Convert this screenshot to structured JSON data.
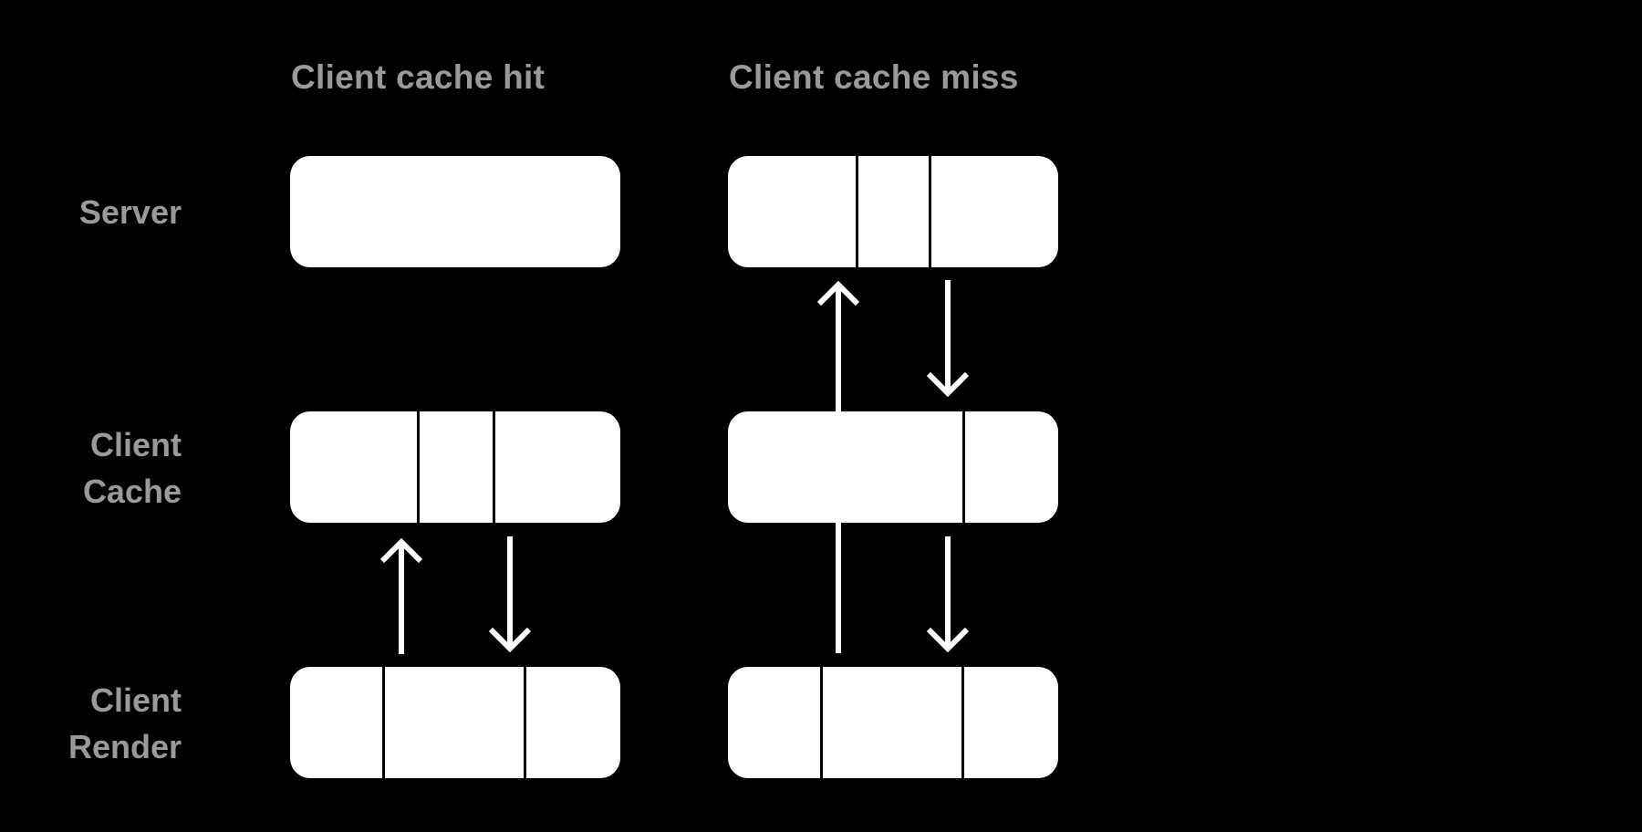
{
  "columns": {
    "hit": "Client cache hit",
    "miss": "Client cache miss"
  },
  "rows": {
    "server": "Server",
    "cache_line1": "Client",
    "cache_line2": "Cache",
    "render_line1": "Client",
    "render_line2": "Render"
  },
  "colors": {
    "background": "#000000",
    "box": "#ffffff",
    "label": "#9a9a9a",
    "arrow": "#ffffff"
  }
}
